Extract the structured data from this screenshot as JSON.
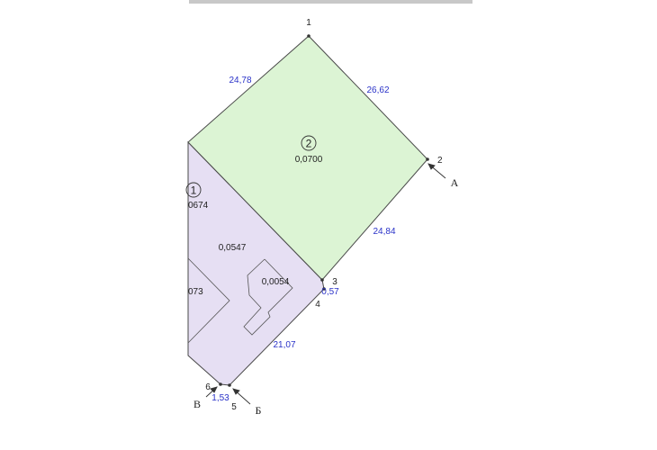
{
  "header_text": "",
  "colors": {
    "parcel_1_fill": "#e6dff3",
    "parcel_2_fill": "#dcf4d4",
    "dimension_text": "#2a32c8",
    "line": "#4a4a4a"
  },
  "parcels": {
    "parcel_1": {
      "number": "1",
      "area_partial": "0674"
    },
    "parcel_2": {
      "number": "2",
      "area": "0,0700"
    }
  },
  "inner_areas": {
    "center": "0,0547",
    "building": "0,0054",
    "left_cut": "073"
  },
  "points": {
    "p1": "1",
    "p2": "2",
    "p3": "3",
    "p4": "4",
    "p5": "5",
    "p6": "6"
  },
  "dimensions": {
    "d_1_left": "24,78",
    "d_1_2": "26,62",
    "d_2_3": "24,84",
    "d_3_4": "0,57",
    "d_4_5": "21,07",
    "d_5_6": "1,53"
  },
  "direction_letters": {
    "a": "А",
    "b": "Б",
    "v": "В"
  }
}
